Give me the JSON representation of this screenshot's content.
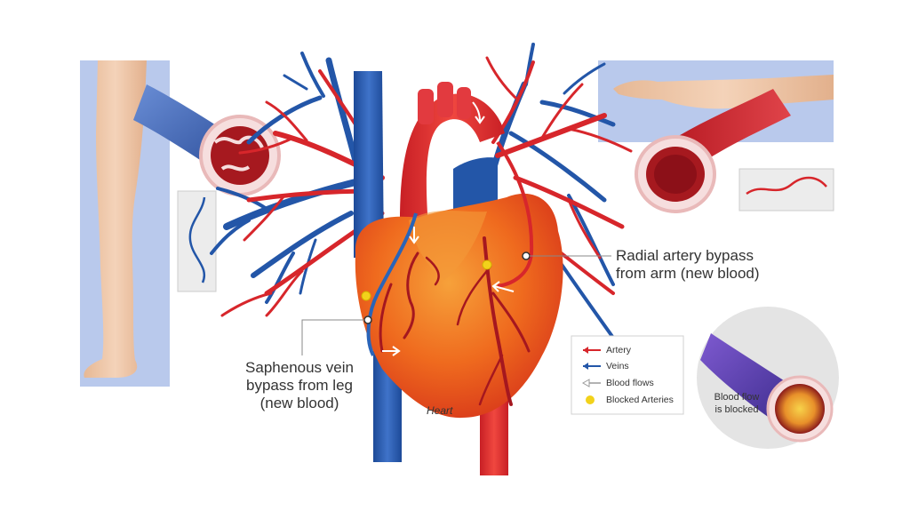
{
  "labels": {
    "radial": [
      "Radial artery bypass",
      "from arm (new blood)"
    ],
    "saphenous": [
      "Saphenous vein",
      "bypass from leg",
      "(new blood)"
    ],
    "heart": "Heart",
    "blocked_note": [
      "Blood flow",
      "is blocked"
    ]
  },
  "legend": {
    "items": [
      {
        "label": "Artery",
        "symbol": "arrow",
        "color": "#d7262b"
      },
      {
        "label": "Veins",
        "symbol": "arrow",
        "color": "#2356a8"
      },
      {
        "label": "Blood flows",
        "symbol": "arrow-outline",
        "color": "#9a9a9a"
      },
      {
        "label": "Blocked Arteries",
        "symbol": "dot",
        "color": "#f2d21b"
      }
    ]
  },
  "colors": {
    "artery": "#d7262b",
    "vein": "#2356a8",
    "heart": "#ef6a1e",
    "panel": "#b9c9ec",
    "skin": "#f1cdb0"
  }
}
